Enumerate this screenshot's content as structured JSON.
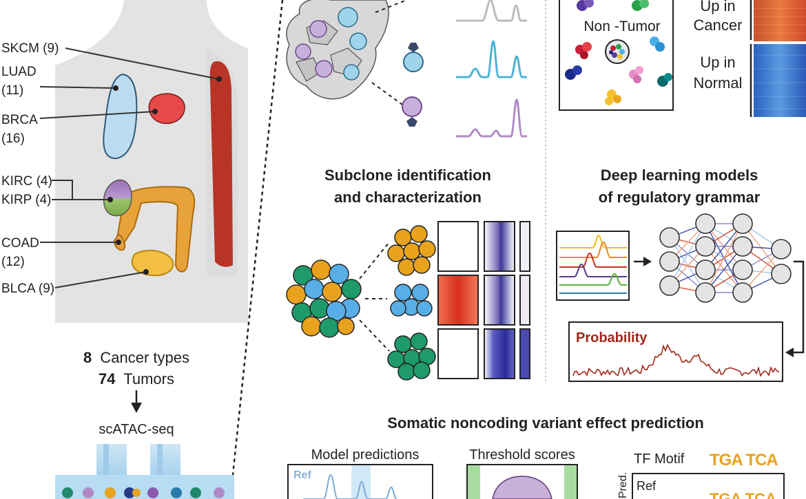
{
  "colors": {
    "lung": "#bcdcf2",
    "breast": "#e84848",
    "skin": "#b83426",
    "colon": "#e8a23a",
    "kidney_top": "#9a6fb8",
    "kidney_bottom": "#88b85a",
    "bladder": "#f4c044",
    "body": "#e3e3e3",
    "cyan_peak": "#4cb4d4",
    "purple_peak": "#b08ac8",
    "grey_peak": "#c4c4c4",
    "orange_cell": "#e8a21e",
    "blue_cell": "#58aee6",
    "green_cell": "#1f9a6a",
    "heat_red": "#e04a2a",
    "heat_blue": "#3a4aa8",
    "probability_line": "#a02818"
  },
  "anatomy": {
    "labels": [
      {
        "text": "SKCM (9)"
      },
      {
        "text": "LUAD"
      },
      {
        "text": "(11)"
      },
      {
        "text": "BRCA"
      },
      {
        "text": "(16)"
      },
      {
        "text": "KIRC (4)"
      },
      {
        "text": "KIRP (4)"
      },
      {
        "text": "COAD"
      },
      {
        "text": "(12)"
      },
      {
        "text": "BLCA (9)"
      }
    ],
    "summary": {
      "cancer_count": "8",
      "cancer_text": "Cancer types",
      "tumor_count": "74",
      "tumor_text": "Tumors"
    },
    "assay": "scATAC-seq"
  },
  "top_right": {
    "non_tumor": "Non -Tumor",
    "up_in_cancer_1": "Up in",
    "up_in_cancer_2": "Cancer",
    "up_in_normal_1": "Up in",
    "up_in_normal_2": "Normal"
  },
  "subclone": {
    "title_1": "Subclone identification",
    "title_2": "and characterization"
  },
  "deep_learning": {
    "title_1": "Deep learning models",
    "title_2": "of regulatory grammar",
    "probability_label": "Probability"
  },
  "variant": {
    "title": "Somatic noncoding variant effect prediction",
    "model_predictions": "Model predictions",
    "ref_label": "Ref",
    "threshold_scores": "Threshold scores",
    "tf_motif": "TF Motif",
    "motif_text": "TGA TCA",
    "ref_label_2": "Ref",
    "pred_label": "Pred."
  }
}
